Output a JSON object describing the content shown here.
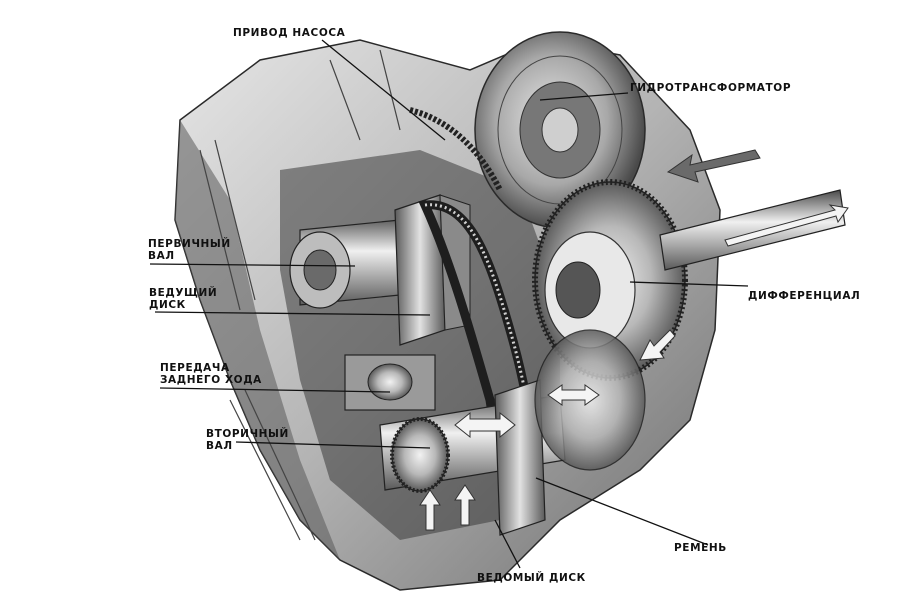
{
  "labels": {
    "pump_drive": "ПРИВОД НАСОСА",
    "torque_converter": "ГИДРОТРАНСФОРМАТОР",
    "primary_shaft_1": "ПЕРВИЧНЫЙ",
    "primary_shaft_2": "ВАЛ",
    "drive_disc_1": "ВЕДУЩИЙ",
    "drive_disc_2": "ДИСК",
    "differential": "ДИФФЕРЕНЦИАЛ",
    "reverse_gear_1": "ПЕРЕДАЧА",
    "reverse_gear_2": "ЗАДНЕГО ХОДА",
    "secondary_shaft_1": "ВТОРИЧНЫЙ",
    "secondary_shaft_2": "ВАЛ",
    "belt": "РЕМЕНЬ",
    "driven_disc": "ВЕДОМЫЙ ДИСК"
  },
  "colors": {
    "background": "#ffffff",
    "metal_light": "#d9d9d9",
    "metal_mid": "#9a9a9a",
    "metal_dark": "#3a3a3a",
    "arrow_fill": "#5a5a5a",
    "leader_line": "#111111"
  }
}
